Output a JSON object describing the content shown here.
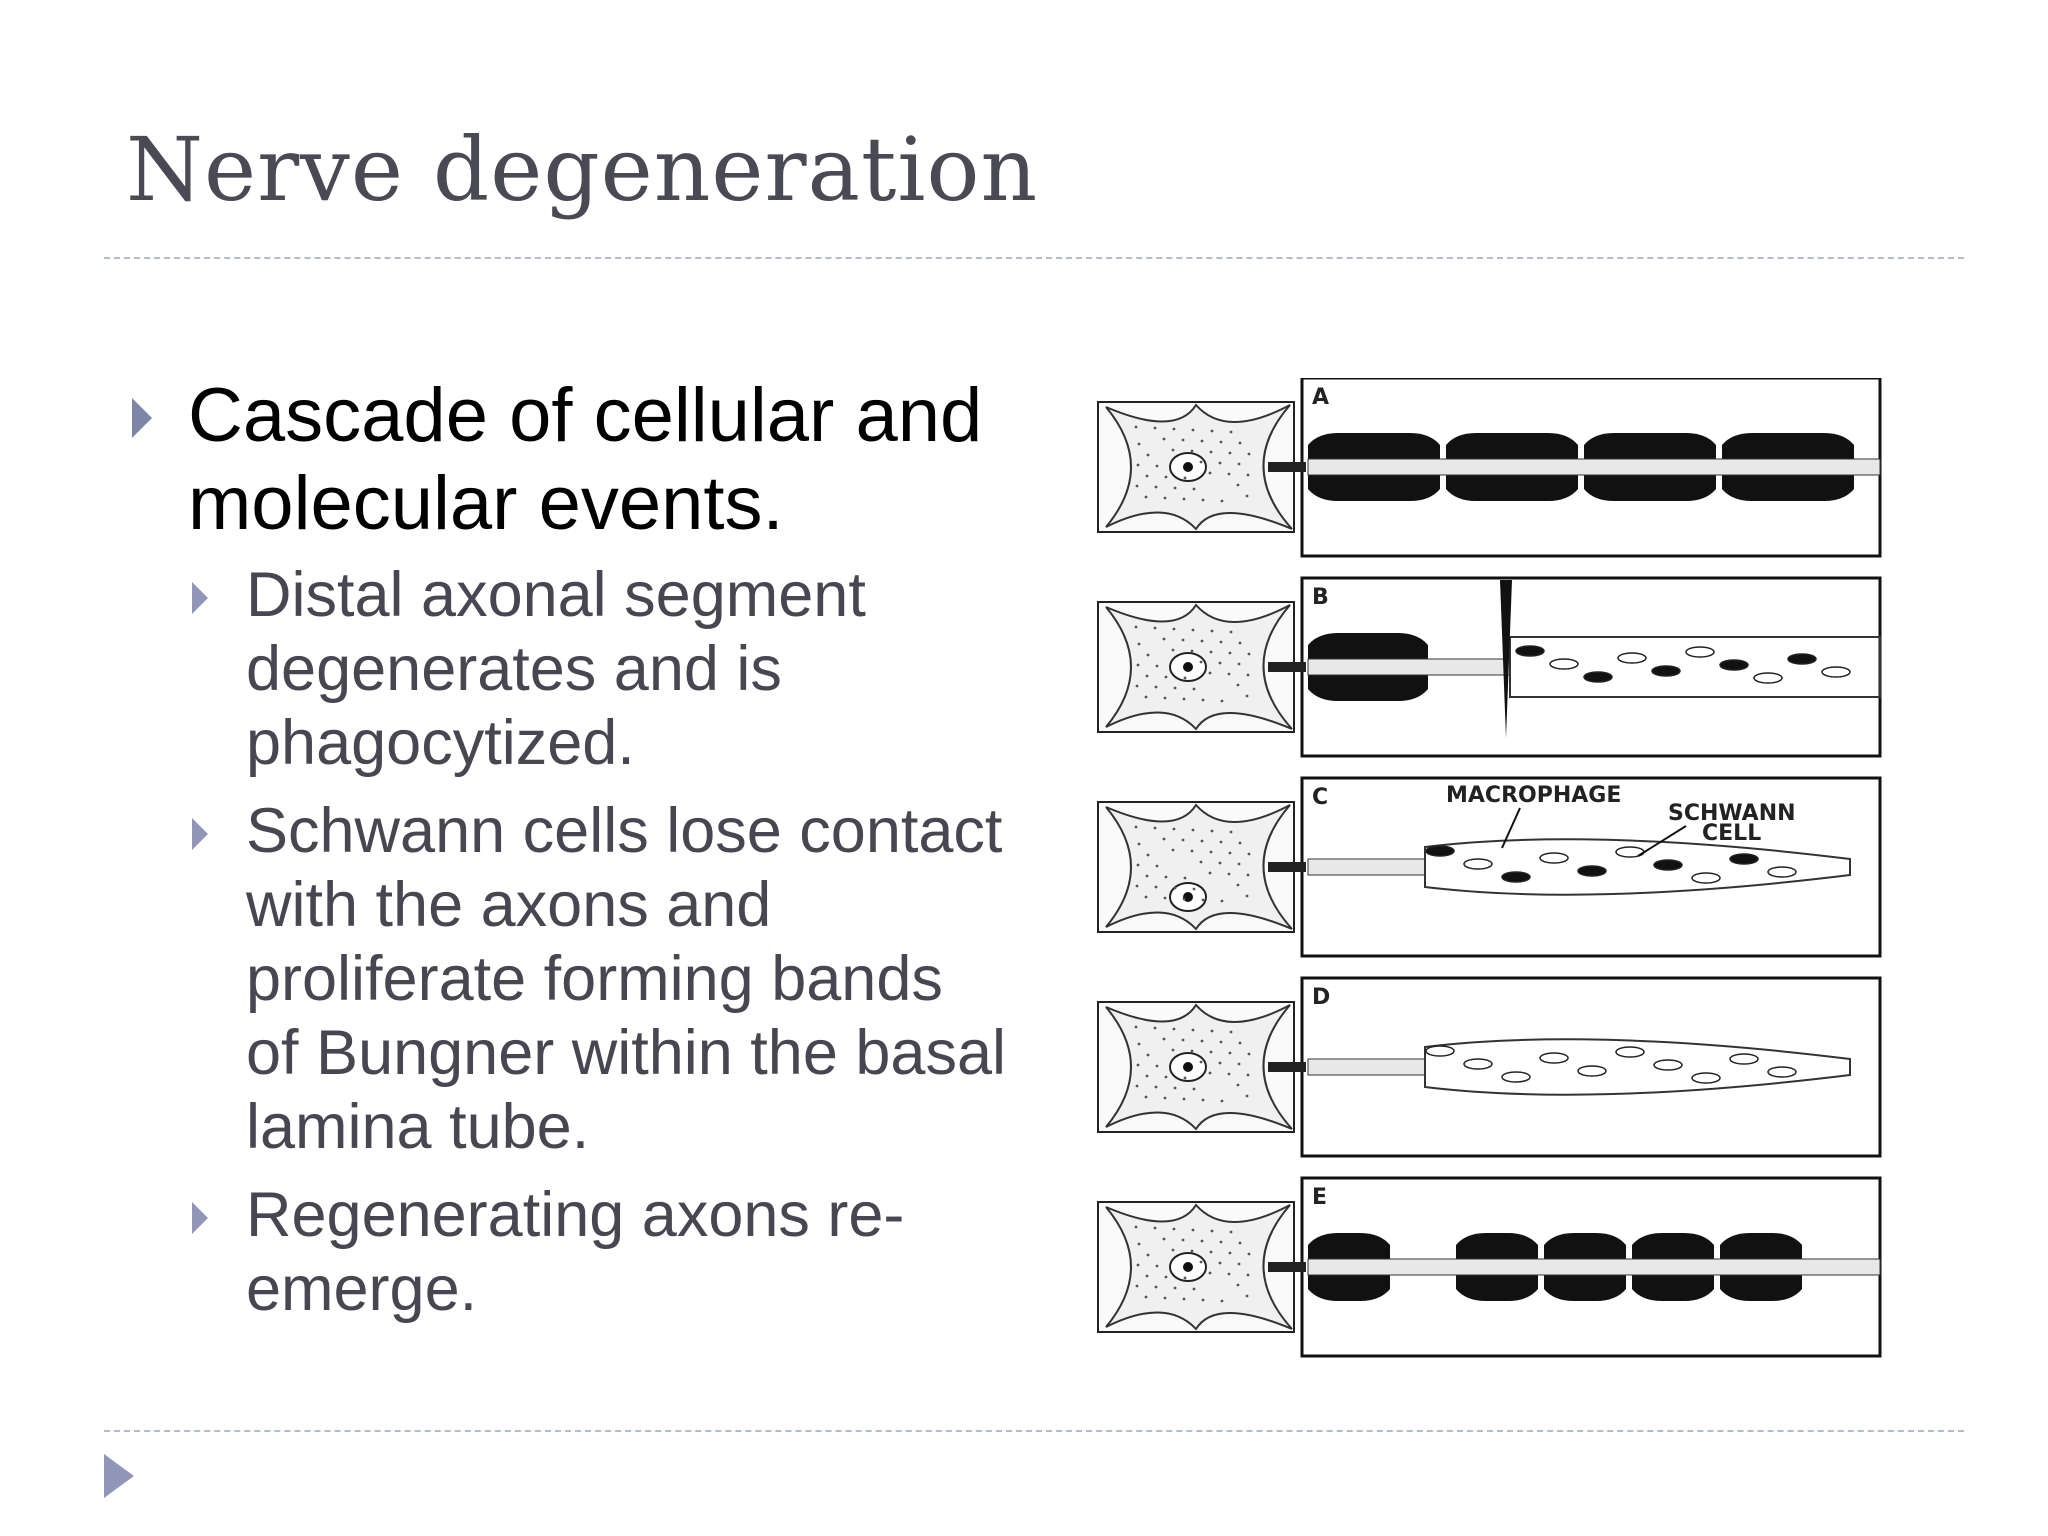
{
  "slide": {
    "title": "Nerve degeneration",
    "main_bullet": "Cascade of cellular and molecular events.",
    "sub_bullets": [
      "Distal axonal segment degenerates and is phagocytized.",
      "Schwann cells lose contact with the axons and proliferate forming bands of Bungner within the basal lamina tube.",
      "Regenerating axons re-emerge."
    ]
  },
  "figure": {
    "panels": [
      "A",
      "B",
      "C",
      "D",
      "E"
    ],
    "labels": {
      "macrophage": "MACROPHAGE",
      "schwann_line1": "SCHWANN",
      "schwann_line2": "CELL"
    }
  },
  "colors": {
    "title": "#4a4a55",
    "bullet_accent": "#7e86a8",
    "sub_text": "#474752",
    "rule": "#b4bcc8"
  }
}
